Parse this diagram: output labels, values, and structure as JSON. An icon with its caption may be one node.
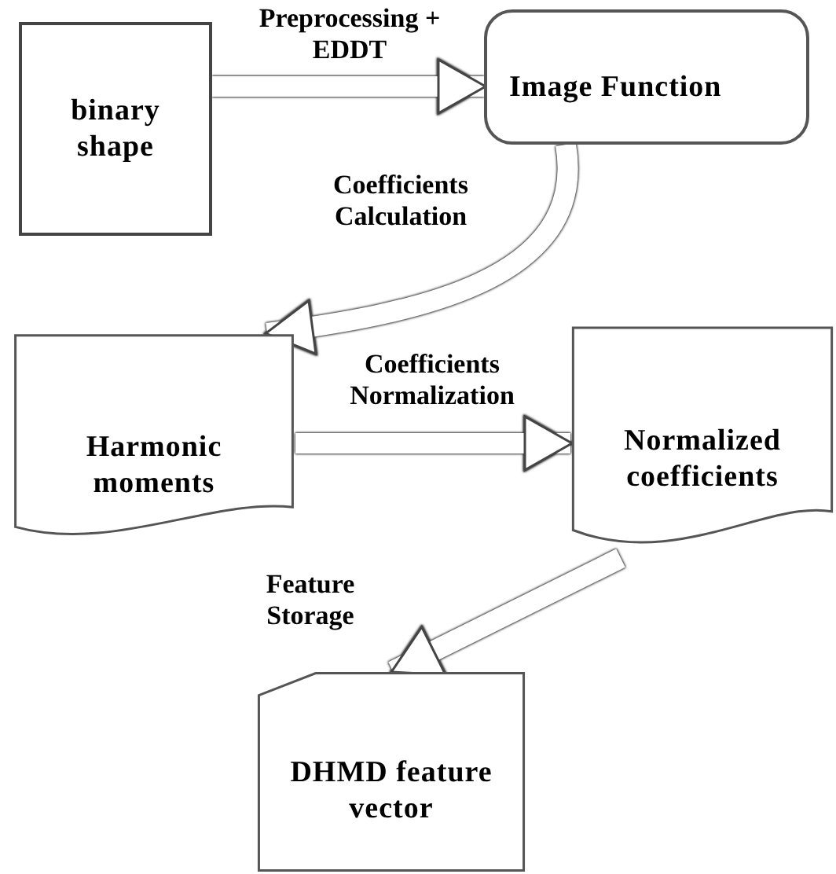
{
  "diagram": {
    "nodes": [
      {
        "text": [
          "binary shape"
        ]
      },
      {
        "text": [
          "Image Function"
        ]
      },
      {
        "text": [
          "Harmonic moments"
        ]
      },
      {
        "text": [
          "Normalized coefficients"
        ]
      },
      {
        "text": [
          "DHMD feature vector"
        ]
      }
    ],
    "edges": [
      {
        "from": 0,
        "to": 1,
        "arrow": "to",
        "label": "Preprocessing + EDDT"
      },
      {
        "from": 1,
        "to": 2,
        "arrow": "to",
        "label": "Coefficients Calculation"
      },
      {
        "from": 2,
        "to": 3,
        "arrow": "to",
        "label": "Coefficients Normalization"
      },
      {
        "from": 3,
        "to": 4,
        "arrow": "to",
        "label": "Feature Storage"
      }
    ]
  }
}
